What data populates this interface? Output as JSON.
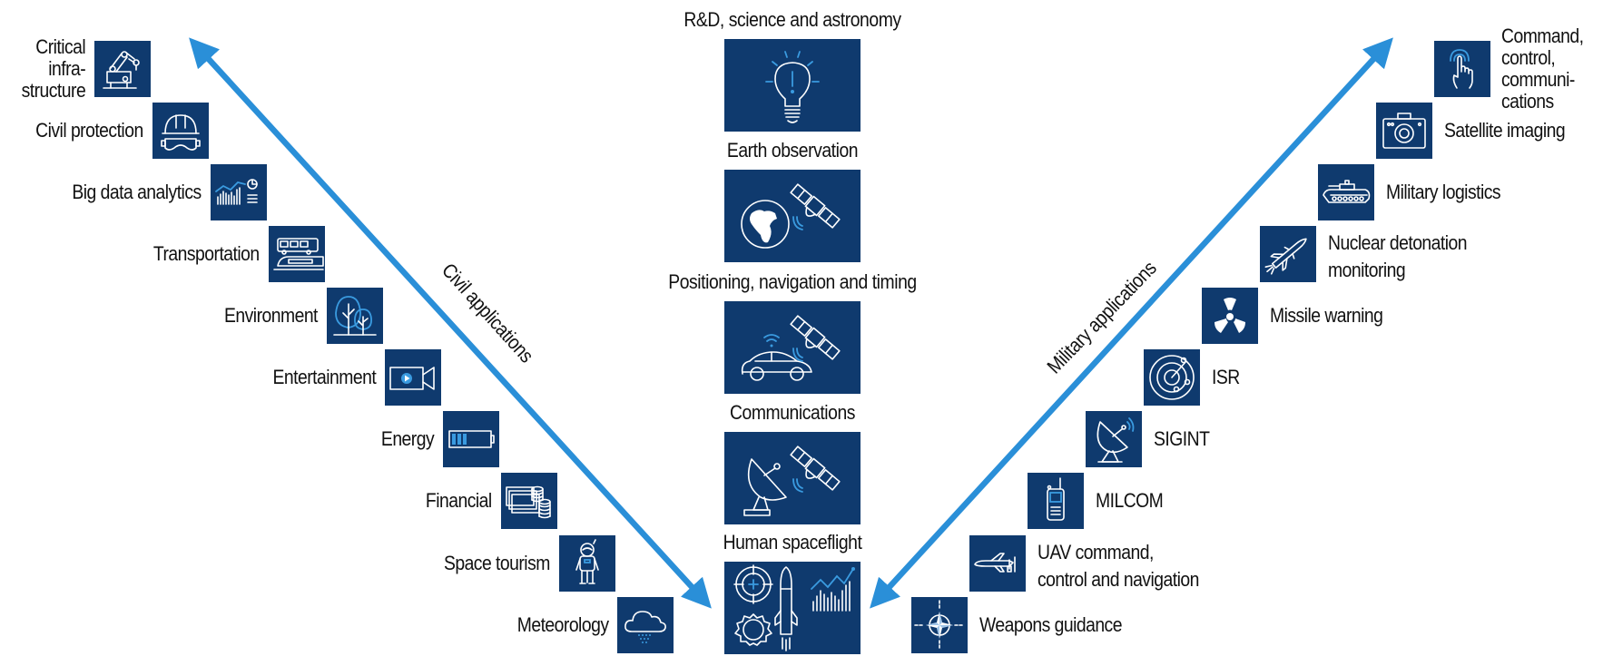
{
  "colors": {
    "box_fill": "#0f3a6e",
    "arrow": "#2a8fd8",
    "icon_stroke": "#ffffff",
    "icon_accent": "#3a9be0",
    "text": "#111111"
  },
  "civil": {
    "axis_label": "Civil applications",
    "items": [
      {
        "label_lines": [
          "Critical",
          "infra-",
          "structure"
        ],
        "icon": "robot-arm-icon"
      },
      {
        "label_lines": [
          "Civil protection"
        ],
        "icon": "hard-hat-goggles-icon"
      },
      {
        "label_lines": [
          "Big data analytics"
        ],
        "icon": "analytics-chart-icon"
      },
      {
        "label_lines": [
          "Transportation"
        ],
        "icon": "bus-train-icon"
      },
      {
        "label_lines": [
          "Environment"
        ],
        "icon": "trees-icon"
      },
      {
        "label_lines": [
          "Entertainment"
        ],
        "icon": "video-camera-icon"
      },
      {
        "label_lines": [
          "Energy"
        ],
        "icon": "battery-icon"
      },
      {
        "label_lines": [
          "Financial"
        ],
        "icon": "money-coins-icon"
      },
      {
        "label_lines": [
          "Space tourism"
        ],
        "icon": "astronaut-icon"
      },
      {
        "label_lines": [
          "Meteorology"
        ],
        "icon": "rain-cloud-icon"
      }
    ]
  },
  "core": {
    "items": [
      {
        "label": "R&D, science and astronomy",
        "icon": "lightbulb-idea-icon"
      },
      {
        "label": "Earth observation",
        "icon": "globe-satellite-icon"
      },
      {
        "label": "Positioning, navigation and timing",
        "icon": "car-satellite-icon"
      },
      {
        "label": "Communications",
        "icon": "dish-satellite-icon"
      },
      {
        "label": "Human spaceflight",
        "icon": "target-rocket-gear-chart-icon"
      }
    ]
  },
  "military": {
    "axis_label": "Military applications",
    "items": [
      {
        "label_lines": [
          "Weapons guidance"
        ],
        "icon": "compass-star-icon"
      },
      {
        "label_lines": [
          "UAV command,",
          "control and navigation"
        ],
        "icon": "drone-icon"
      },
      {
        "label_lines": [
          "MILCOM"
        ],
        "icon": "radio-handset-icon"
      },
      {
        "label_lines": [
          "SIGINT"
        ],
        "icon": "satellite-dish-icon"
      },
      {
        "label_lines": [
          "ISR"
        ],
        "icon": "radar-icon"
      },
      {
        "label_lines": [
          "Missile warning"
        ],
        "icon": "radiation-icon"
      },
      {
        "label_lines": [
          "Nuclear detonation",
          "monitoring"
        ],
        "icon": "missile-icon"
      },
      {
        "label_lines": [
          "Military logistics"
        ],
        "icon": "armored-vehicle-icon"
      },
      {
        "label_lines": [
          "Satellite imaging"
        ],
        "icon": "camera-icon"
      },
      {
        "label_lines": [
          "Command,",
          "control,",
          "communi-",
          "cations"
        ],
        "icon": "touch-hand-icon"
      }
    ]
  }
}
